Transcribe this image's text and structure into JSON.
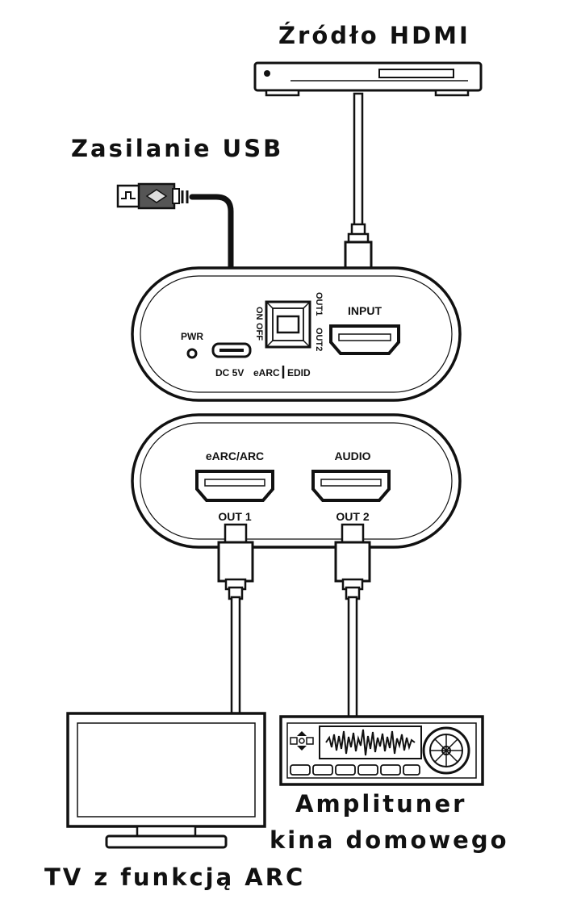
{
  "labels": {
    "hdmi_source": "Źródło HDMI",
    "usb_power": "Zasilanie USB",
    "amplifier_line1": "Amplituner",
    "amplifier_line2": "kina domowego",
    "tv": "TV z funkcją ARC"
  },
  "top_unit": {
    "pwr": "PWR",
    "on": "ON",
    "off": "OFF",
    "out1": "OUT1",
    "out2": "OUT2",
    "input": "INPUT",
    "dc5v": "DC 5V",
    "earc": "eARC",
    "edid": "EDID"
  },
  "bottom_unit": {
    "earc_arc": "eARC/ARC",
    "audio": "AUDIO",
    "out1": "OUT 1",
    "out2": "OUT 2"
  },
  "colors": {
    "ink": "#111111",
    "device_fill": "#ffffff",
    "cable_fill": "#ffffff"
  }
}
